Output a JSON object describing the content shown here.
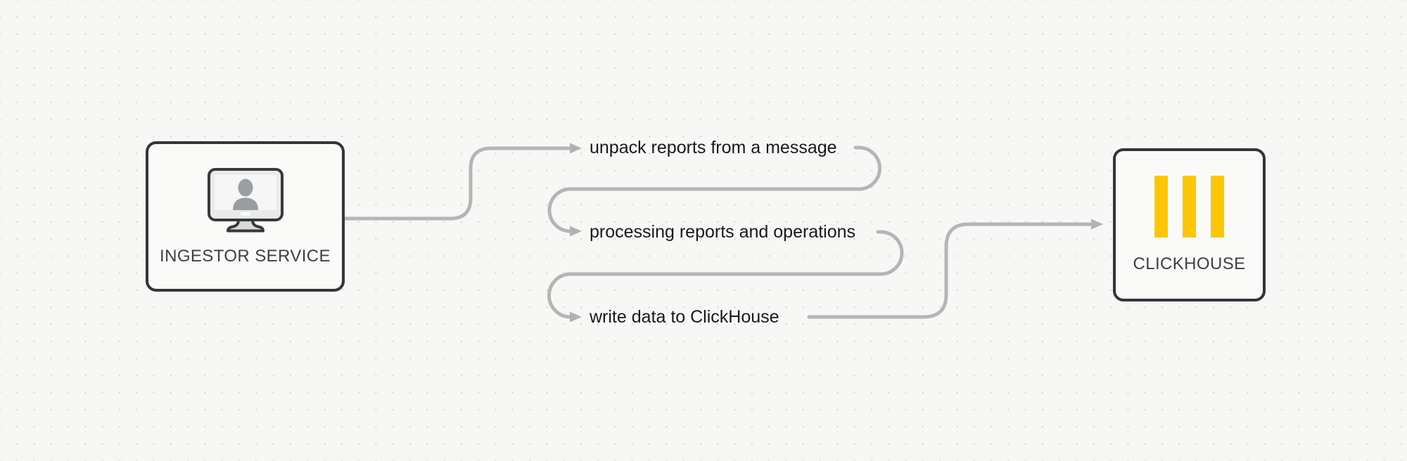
{
  "diagram": {
    "nodes": {
      "ingestor": {
        "label": "INGESTOR SERVICE",
        "icon": "monitor-user-icon"
      },
      "clickhouse": {
        "label": "CLICKHOUSE",
        "icon": "clickhouse-bars-icon"
      }
    },
    "steps": [
      {
        "label": "unpack reports from a message"
      },
      {
        "label": "processing reports and operations"
      },
      {
        "label": "write data to ClickHouse"
      }
    ],
    "colors": {
      "background": "#f7f8f6",
      "grid_dot": "#dcdcdc",
      "connector_gray": "#b5b5b5",
      "node_border": "#31363a",
      "node_fill": "#fafbf9",
      "clickhouse_yellow": "#fdc605",
      "step_text": "#17191c",
      "node_text": "#3b4046"
    }
  }
}
